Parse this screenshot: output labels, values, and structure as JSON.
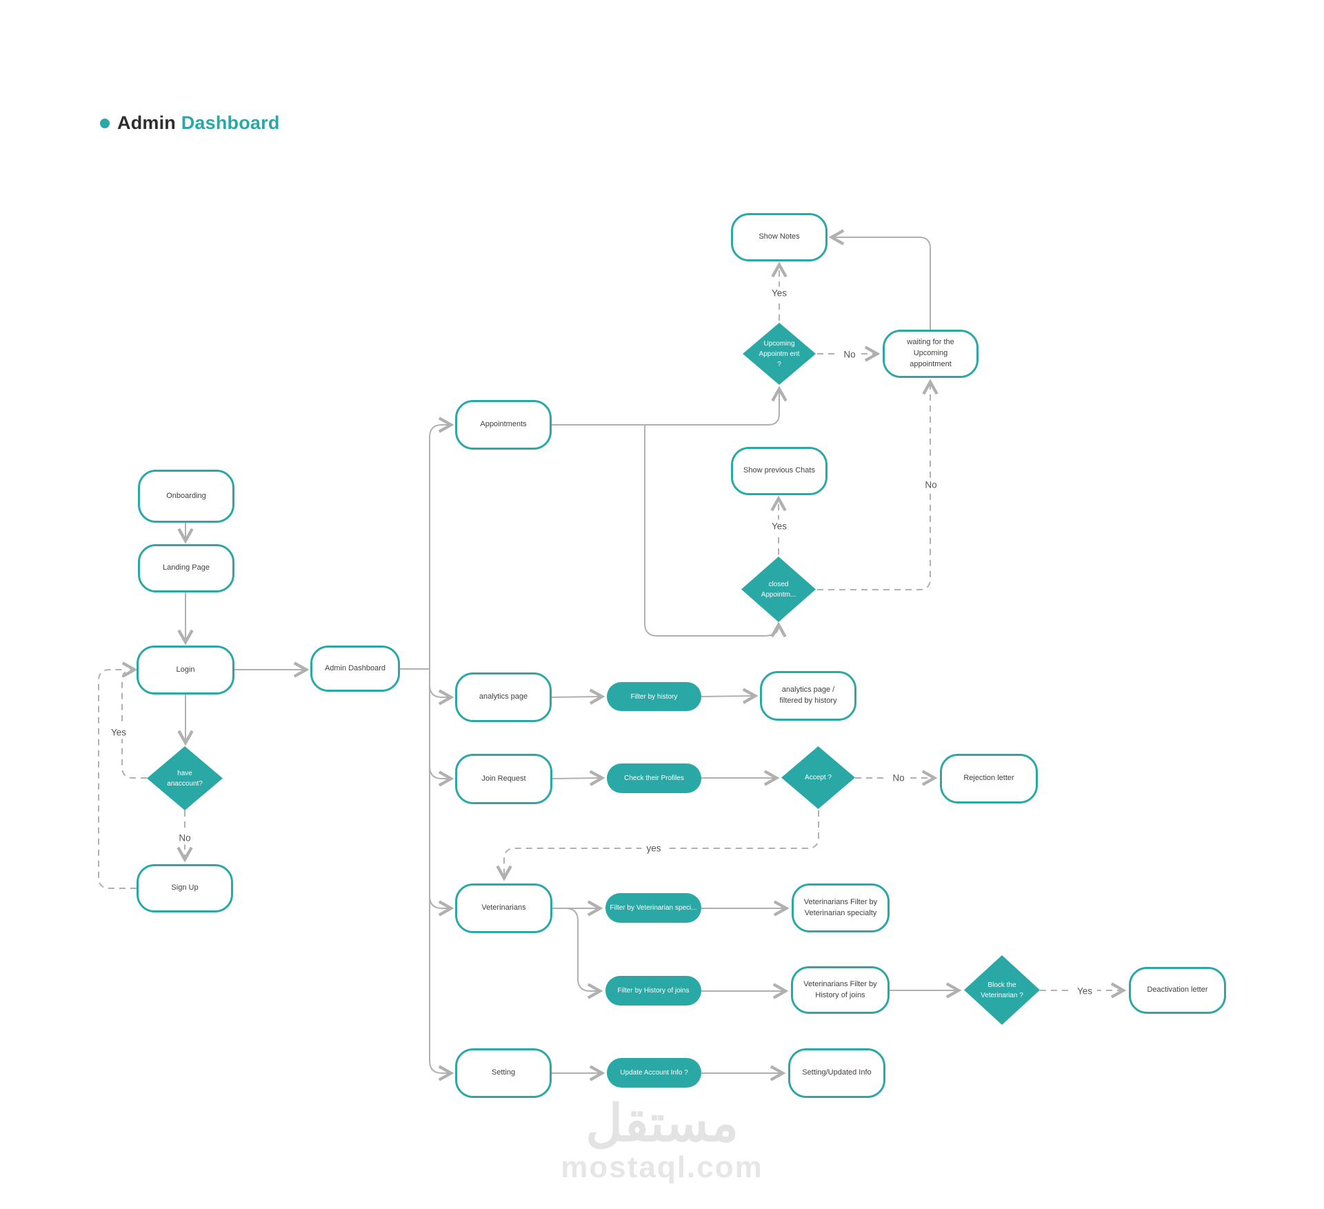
{
  "title": {
    "prefix": "Admin",
    "accent": "Dashboard"
  },
  "colors": {
    "accent": "#2aa8a6",
    "line": "#b0b0b0",
    "node_text": "#3f3f3f",
    "label_text": "#565656"
  },
  "nodes": {
    "onboarding": "Onboarding",
    "landing_page": "Landing Page",
    "login": "Login",
    "admin_dashboard": "Admin Dashboard",
    "sign_up": "Sign Up",
    "appointments": "Appointments",
    "show_notes": "Show Notes",
    "waiting_upcoming": "waiting for the Upcoming appointment",
    "show_previous_chats": "Show previous Chats",
    "analytics_page": "analytics page",
    "analytics_filtered": "analytics page / filtered by history",
    "join_request": "Join Request",
    "rejection_letter": "Rejection letter",
    "veterinarians": "Veterinarians",
    "vet_filter_specialty": "Veterinarians Filter by Veterinarian specialty",
    "vet_filter_history": "Veterinarians Filter by History of joins",
    "deactivation_letter": "Deactivation letter",
    "setting": "Setting",
    "setting_updated": "Setting/Updated Info"
  },
  "pills": {
    "filter_by_history": "Filter by history",
    "check_their_profiles": "Check their Profiles",
    "filter_by_vet_specialty": "Filter by Veterinarian speci...",
    "filter_by_history_of_joins": "Filter by History of joins",
    "update_account_info": "Update Account Info ?"
  },
  "decisions": {
    "have_an_account": "have anaccount?",
    "upcoming_appointment": "Upcoming Appointm ent ?",
    "closed_appointment": "closed Appointm...",
    "accept": "Accept ?",
    "block_veterinarian": "Block the Veterinarian ?"
  },
  "edge_labels": {
    "yes_login": "Yes",
    "no_sign_up": "No",
    "yes_show_notes": "Yes",
    "no_waiting": "No",
    "yes_show_chats": "Yes",
    "no_waiting_lower": "No",
    "no_rejection": "No",
    "yes_veterinarians": "yes",
    "yes_deactivation": "Yes"
  },
  "watermark": {
    "logo": "مستقل",
    "domain": "mostaql.com"
  }
}
